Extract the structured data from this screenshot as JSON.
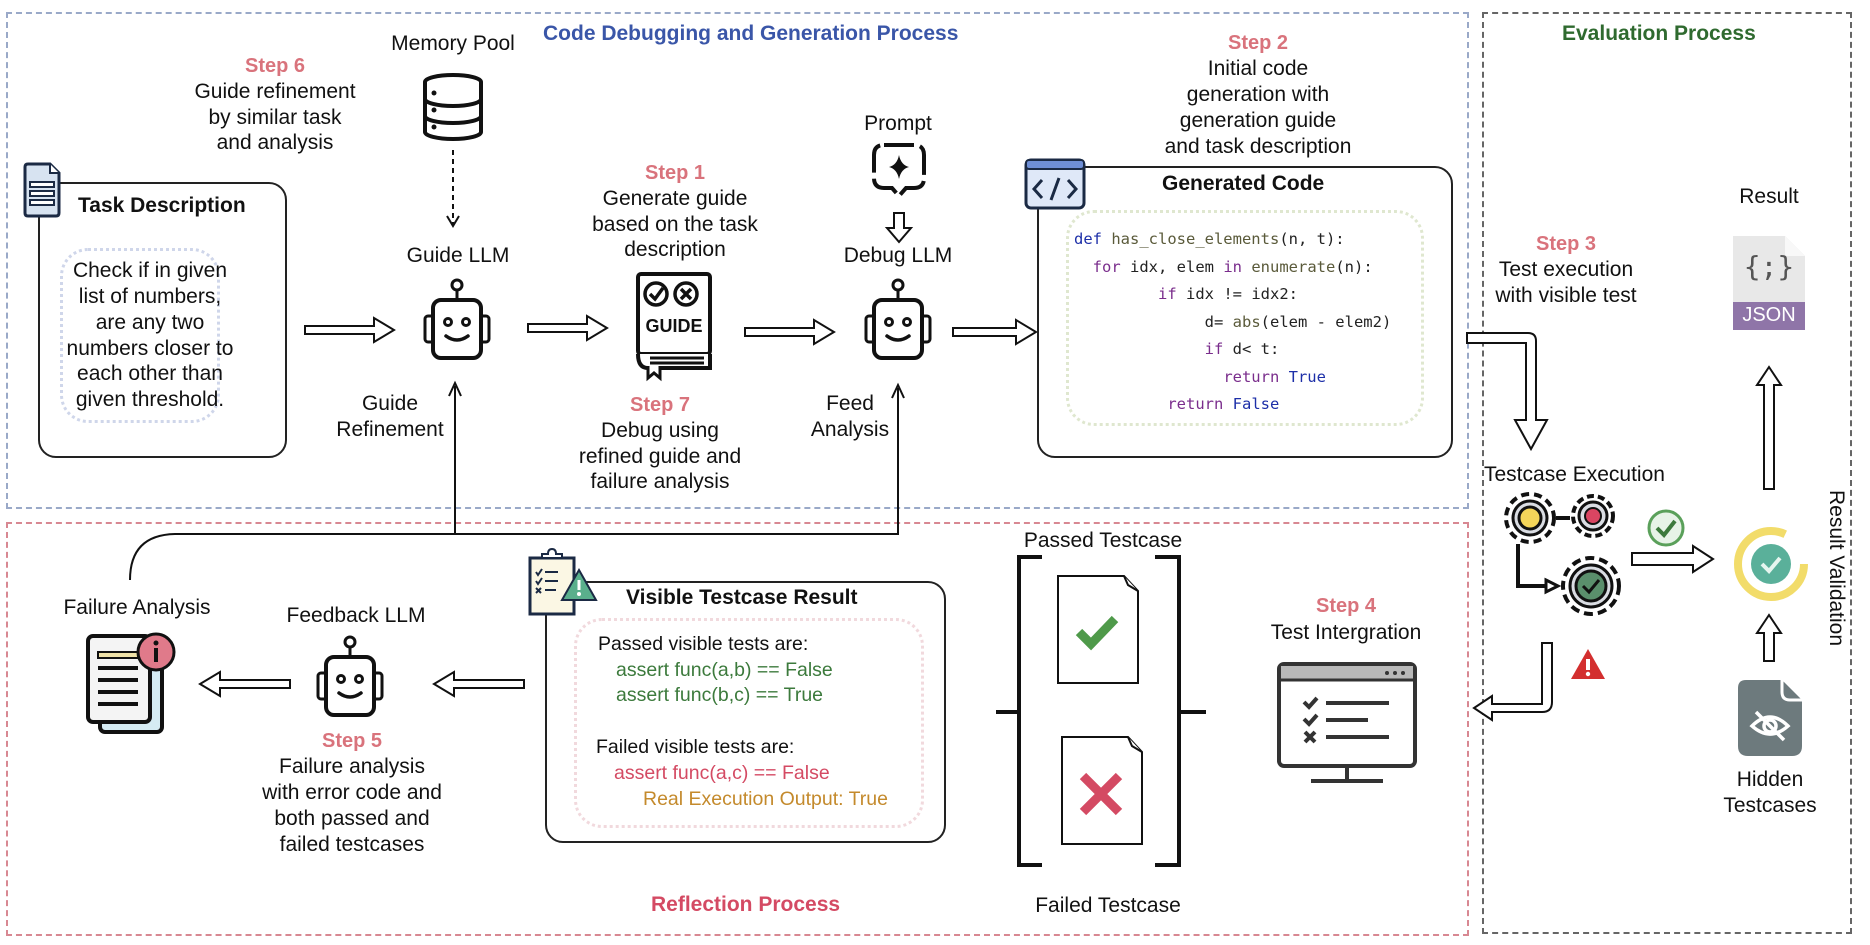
{
  "regions": {
    "generation": {
      "title": "Code Debugging and Generation Process",
      "color": "#3a56a8"
    },
    "reflection": {
      "title": "Reflection Process",
      "color": "#d44a63"
    },
    "evaluation": {
      "title": "Evaluation Process",
      "color": "#2f6a2f"
    }
  },
  "generation": {
    "memory_pool": "Memory Pool",
    "step6": {
      "label": "Step 6",
      "lines": [
        "Guide refinement",
        "by similar task",
        "and analysis"
      ]
    },
    "task": {
      "title": "Task Description",
      "lines": [
        "Check if in given",
        "list of numbers,",
        "are any two",
        "numbers closer to",
        "each other than",
        "given threshold."
      ]
    },
    "guide_llm": "Guide LLM",
    "guide_refinement": [
      "Guide",
      "Refinement"
    ],
    "step1": {
      "label": "Step 1",
      "lines": [
        "Generate guide",
        "based on the task",
        "description"
      ]
    },
    "guide_book": "GUIDE",
    "step7": {
      "label": "Step 7",
      "lines": [
        "Debug using",
        "refined guide and",
        "failure analysis"
      ]
    },
    "prompt": "Prompt",
    "debug_llm": "Debug LLM",
    "feed_analysis": [
      "Feed",
      "Analysis"
    ],
    "step2": {
      "label": "Step 2",
      "lines": [
        "Initial code",
        "generation with",
        "generation guide",
        "and task description"
      ]
    },
    "code": {
      "title": "Generated Code",
      "lines": [
        {
          "indent": "",
          "parts": [
            [
              "kw2",
              "def "
            ],
            [
              "fn",
              "has_close_elements"
            ],
            [
              "",
              "(n, t):"
            ]
          ]
        },
        {
          "indent": "  ",
          "parts": [
            [
              "kw",
              "for "
            ],
            [
              "",
              "idx, elem "
            ],
            [
              "kw",
              "in "
            ],
            [
              "fn",
              "enumerate"
            ],
            [
              "",
              "(n):"
            ]
          ]
        },
        {
          "indent": "         ",
          "parts": [
            [
              "kw",
              "if "
            ],
            [
              "",
              "idx != idx2:"
            ]
          ]
        },
        {
          "indent": "              ",
          "parts": [
            [
              "",
              "d= "
            ],
            [
              "fn",
              "abs"
            ],
            [
              "",
              "(elem - elem2)"
            ]
          ]
        },
        {
          "indent": "              ",
          "parts": [
            [
              "kw",
              "if "
            ],
            [
              "",
              "d< t:"
            ]
          ]
        },
        {
          "indent": "                ",
          "parts": [
            [
              "kw",
              "return "
            ],
            [
              "kw2",
              "True"
            ]
          ]
        },
        {
          "indent": "          ",
          "parts": [
            [
              "kw",
              "return "
            ],
            [
              "kw2",
              "False"
            ]
          ]
        }
      ]
    }
  },
  "reflection": {
    "failure_analysis": "Failure Analysis",
    "feedback_llm": "Feedback LLM",
    "step5": {
      "label": "Step 5",
      "lines": [
        "Failure analysis",
        "with error code and",
        "both passed and",
        "failed testcases"
      ]
    },
    "visible": {
      "title": "Visible Testcase Result",
      "passed_header": "Passed visible tests are:",
      "passed": [
        "assert func(a,b) == False",
        "assert func(b,c) == True"
      ],
      "failed_header": "Failed visible tests are:",
      "failed": [
        "assert func(a,c) == False"
      ],
      "real_output": "Real Execution Output: True"
    },
    "passed_testcase": "Passed Testcase",
    "failed_testcase": "Failed Testcase",
    "step4": {
      "label": "Step 4",
      "lines": [
        "Test Intergration"
      ]
    }
  },
  "evaluation": {
    "step3": {
      "label": "Step 3",
      "lines": [
        "Test execution",
        "with visible test"
      ]
    },
    "result": "Result",
    "json_badge": "JSON",
    "json_glyph": "{;}",
    "testcase_execution": "Testcase Execution",
    "result_validation": "Result Validation",
    "hidden_testcases": [
      "Hidden",
      "Testcases"
    ]
  }
}
